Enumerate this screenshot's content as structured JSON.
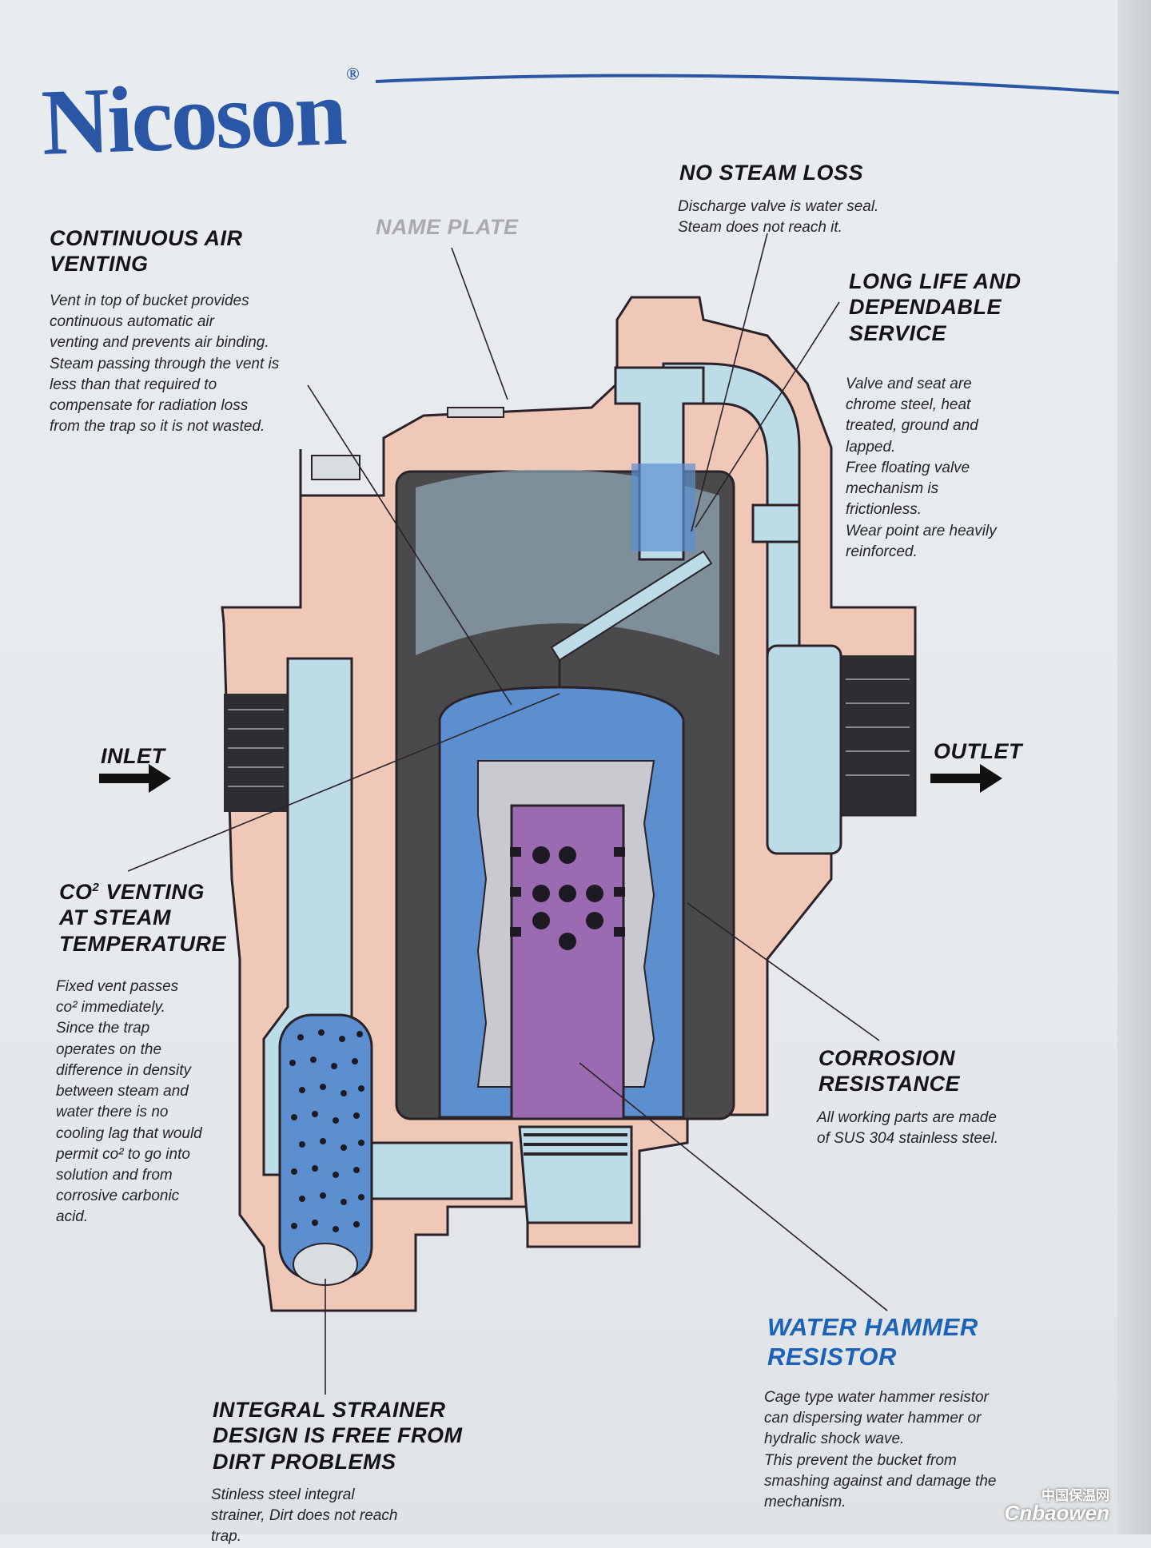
{
  "brand": {
    "name": "Nicoson",
    "registered_mark": "®",
    "color": "#2a56a6"
  },
  "callouts": {
    "no_steam_loss": {
      "title": "NO STEAM LOSS",
      "body": "Discharge valve is water seal.\nSteam does not reach it."
    },
    "name_plate": {
      "title": "NAME PLATE"
    },
    "continuous_air_venting": {
      "title": "CONTINUOUS AIR\nVENTING",
      "body": "Vent in top of bucket provides\ncontinuous automatic air\nventing and prevents air binding.\nSteam passing through the vent is\nless than that required to\ncompensate for radiation loss\nfrom the trap so it is not wasted."
    },
    "long_life": {
      "title": "LONG LIFE AND\nDEPENDABLE\nSERVICE",
      "body": "Valve and seat are\nchrome steel, heat\ntreated, ground and\nlapped.\nFree floating valve\nmechanism is\nfrictionless.\nWear point are heavily\nreinforced."
    },
    "inlet": {
      "title": "INLET"
    },
    "outlet": {
      "title": "OUTLET"
    },
    "co2_venting": {
      "title": "CO",
      "title_sup": "2",
      "title_rest": " VENTING\nAT STEAM\nTEMPERATURE",
      "body": "Fixed vent passes\nco² immediately.\nSince the trap\noperates on the\ndifference in density\nbetween steam and\nwater there is no\ncooling lag that would\npermit co² to go into\nsolution and from\ncorrosive carbonic\nacid."
    },
    "corrosion": {
      "title": "CORROSION\nRESISTANCE",
      "body": "All working parts are made\nof SUS 304 stainless steel."
    },
    "water_hammer": {
      "title": "WATER HAMMER\nRESISTOR",
      "body": "Cage type water hammer resistor\ncan dispersing water hammer or\nhydralic shock wave.\nThis prevent the bucket from\nsmashing against and damage the\nmechanism."
    },
    "strainer": {
      "title": "INTEGRAL STRAINER\nDESIGN IS FREE FROM\nDIRT PROBLEMS",
      "body": "Stinless steel integral\nstrainer, Dirt does not reach\ntrap."
    }
  },
  "watermark": {
    "cn": "中国保温网",
    "en": "Cnbaowen"
  },
  "colors": {
    "body_pink": "#f0c8b8",
    "body_outline": "#2a2228",
    "water_blue": "#bcdde8",
    "bucket_blue": "#5b8fd0",
    "steam_dark": "#4a4a4c",
    "cage_grey": "#c9c9cf",
    "cage_purple": "#9a6bb0",
    "accent_blue": "#1c63b8"
  }
}
